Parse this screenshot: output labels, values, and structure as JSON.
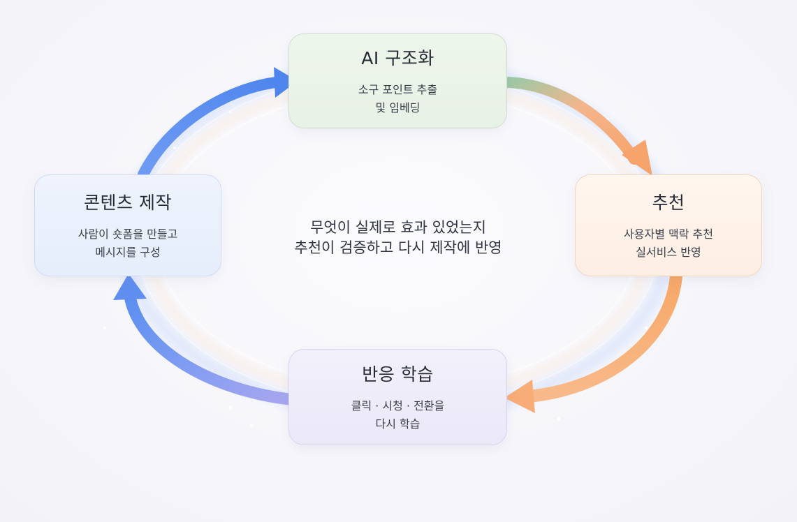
{
  "nodes": {
    "ai": {
      "title": "AI 구조화",
      "desc_lines": [
        "소구 포인트 추출",
        "및 임베딩"
      ]
    },
    "recommend": {
      "title": "추천",
      "desc_lines": [
        "사용자별 맥락 추천",
        "실서비스 반영"
      ]
    },
    "learn": {
      "title": "반응 학습",
      "desc_lines": [
        "클릭 · 시청 · 전환을",
        "다시 학습"
      ]
    },
    "content": {
      "title": "콘텐츠 제작",
      "desc_lines": [
        "사람이 숏폼을 만들고",
        "메시지를 구성"
      ]
    }
  },
  "center": {
    "lines": [
      "무엇이 실제로 효과 있었는지",
      "추천이 검증하고 다시 제작에 반영"
    ]
  },
  "colors": {
    "blue": "#5b8ff0",
    "orange": "#f5a36a",
    "green": "#8fbf9a",
    "lavender": "#a9a2e8"
  }
}
